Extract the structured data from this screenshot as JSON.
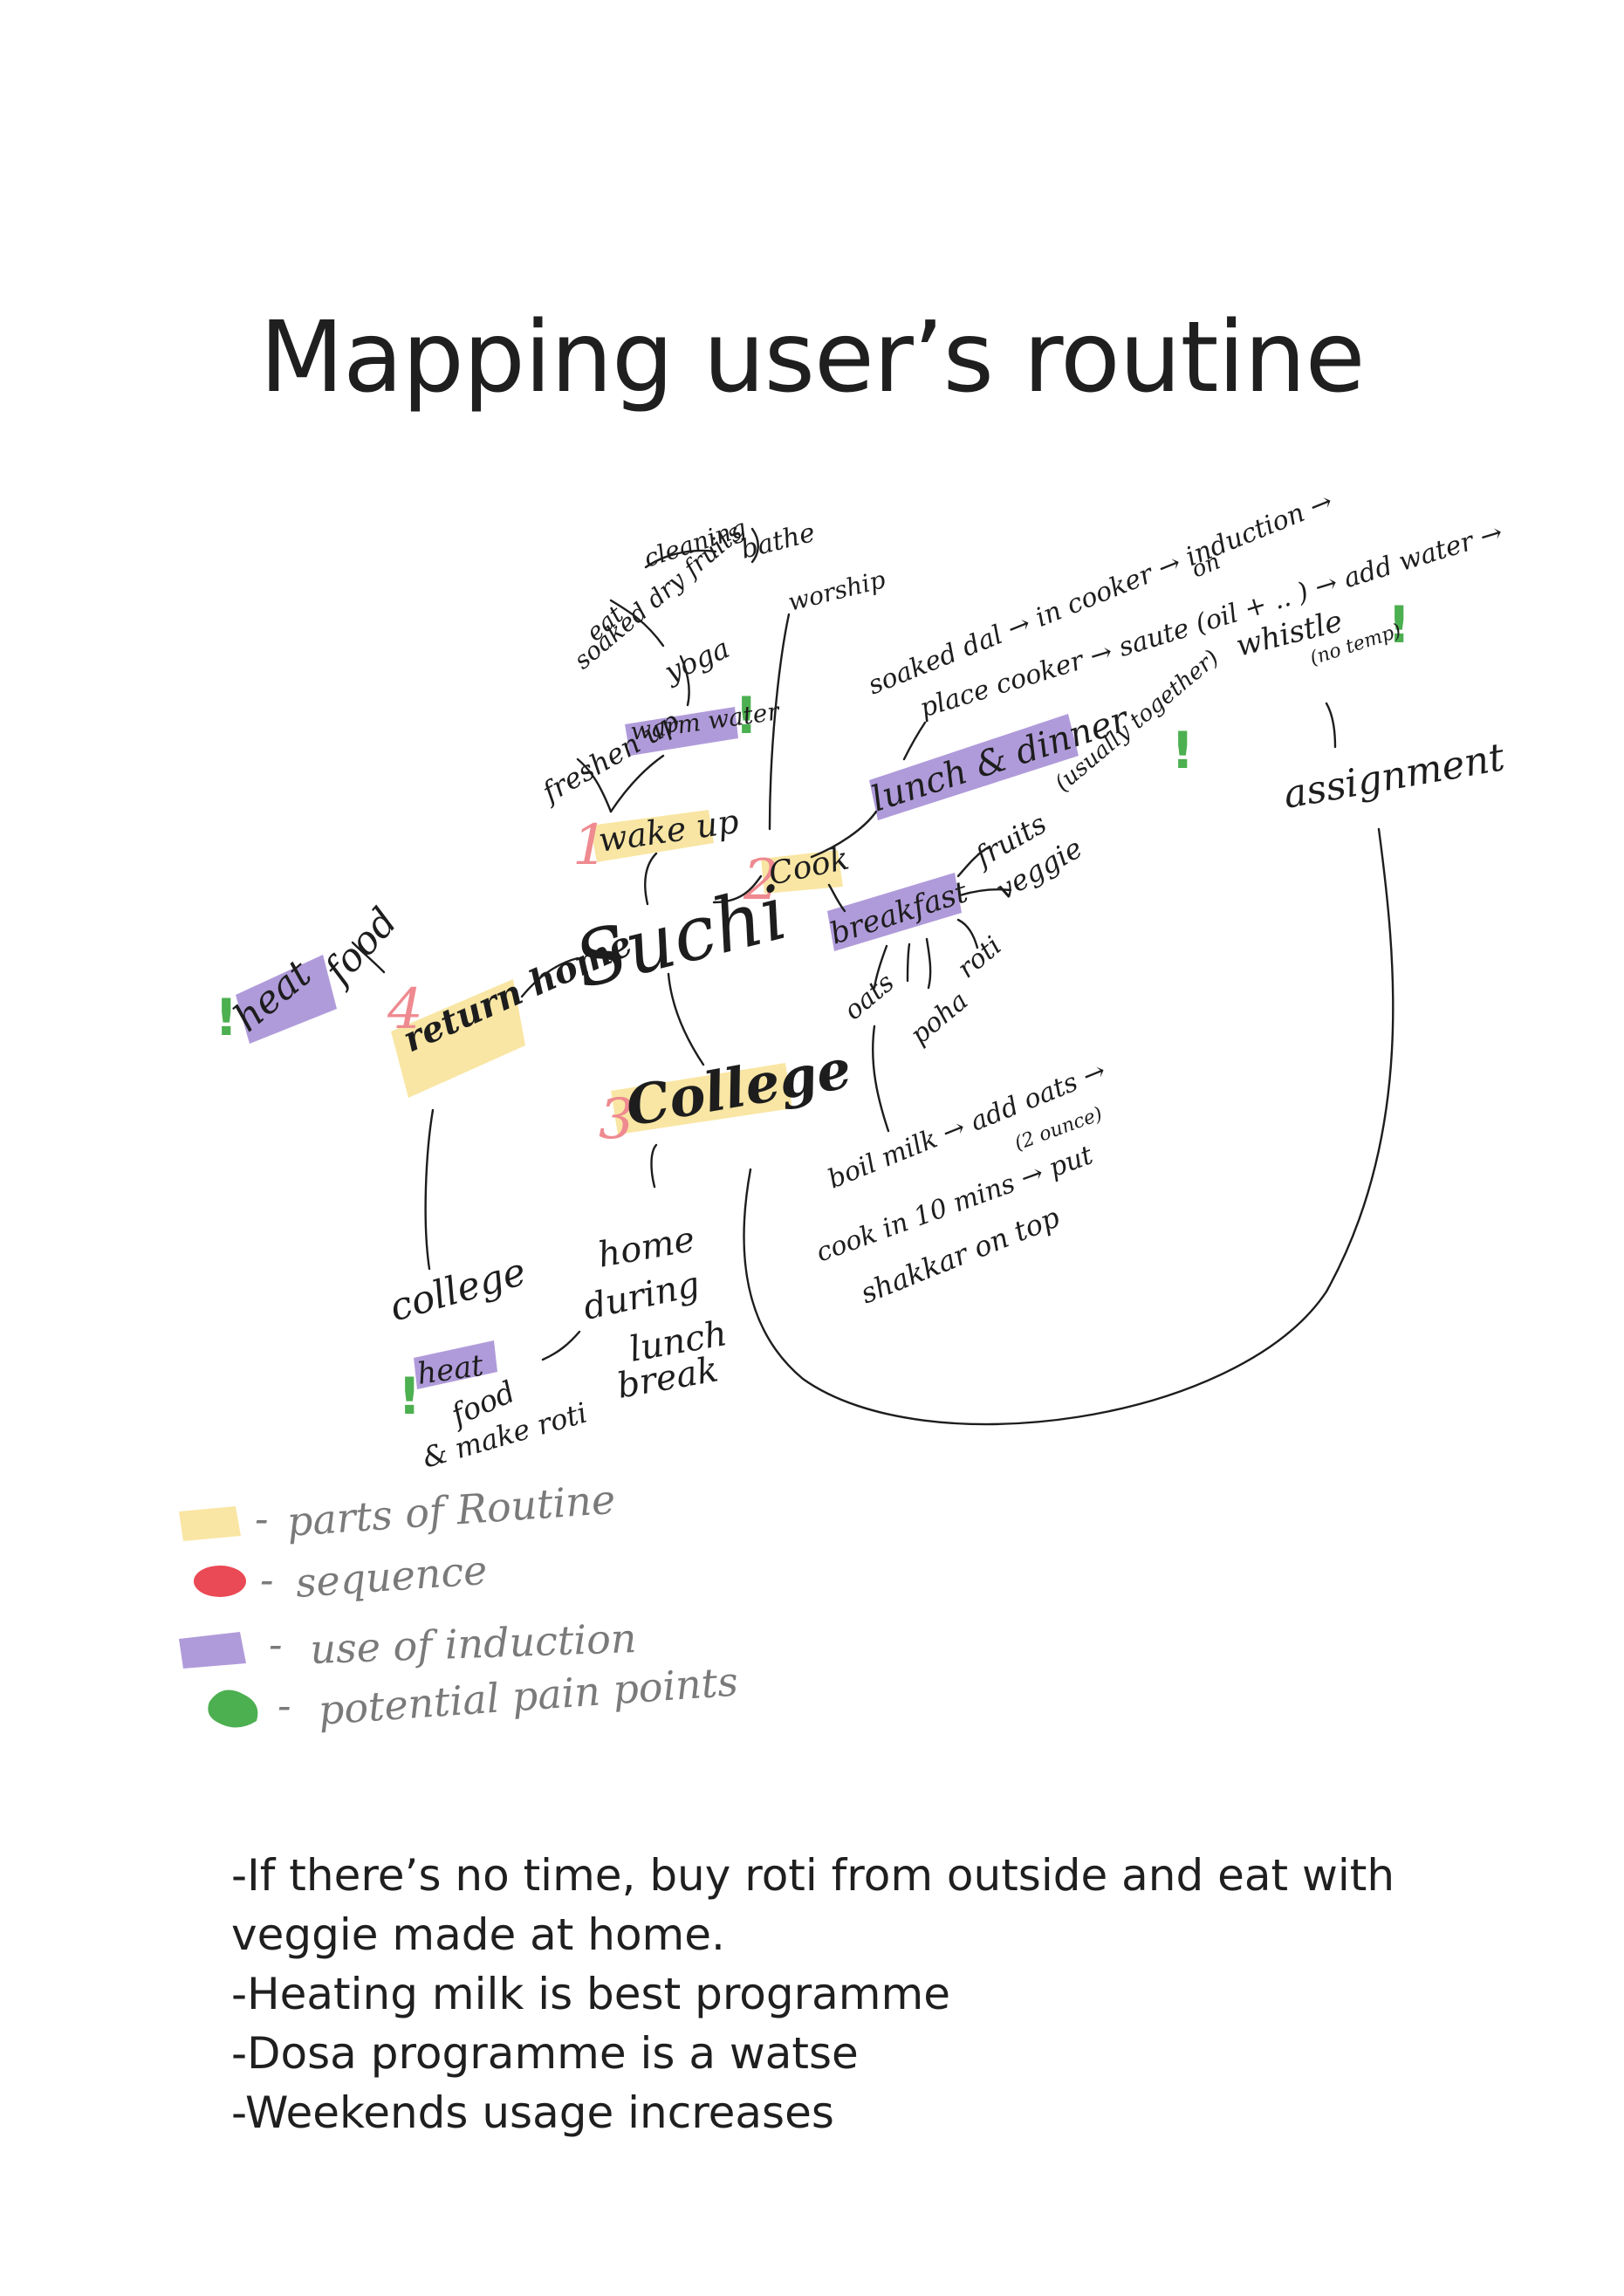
{
  "page": {
    "title": "Mapping user’s routine"
  },
  "diagram": {
    "center": "Suchi",
    "steps": {
      "wake_up": {
        "number": "1",
        "label": "wake up"
      },
      "cook": {
        "number": "2",
        "label": "Cook"
      },
      "college": {
        "number": "3",
        "label": "College"
      },
      "return_home": {
        "number": "4",
        "label": "return home"
      }
    },
    "wake_up_branch": {
      "freshen_up": "freshen up",
      "warm_water": "warm water",
      "yoga": "yoga",
      "eat": "eat",
      "soaked_dry_fruits": "soaked dry fruits",
      "cleaning": "cleaning",
      "bathe": "bathe",
      "worship": "worship"
    },
    "cook_branch": {
      "lunch_dinner": "lunch & dinner",
      "usually_together": "(usually together)",
      "dal_line1": "soaked dal → in cooker → induction →",
      "dal_on": "on",
      "dal_line2": "place cooker → saute (oil + .. ) → add water →",
      "whistle": "whistle",
      "no_temp": "(no temp)",
      "assignment": "assignment",
      "breakfast": "breakfast",
      "fruits": "fruits",
      "veggie": "veggie",
      "roti": "roti",
      "poha": "poha",
      "oats": "oats",
      "oats_line1": "boil milk → add oats →",
      "oats_ounce": "(2 ounce)",
      "oats_line2": "cook in 10 mins → put",
      "oats_line3": "shakkar on top"
    },
    "return_home_branch": {
      "heat": "heat",
      "food": "food"
    },
    "college_branch": {
      "college": "college",
      "heat": "heat",
      "food": "food",
      "make_roti": "& make roti",
      "home": "home",
      "during": "during",
      "lunch": "lunch",
      "break": "break"
    },
    "pain_mark": "!"
  },
  "legend": [
    {
      "label": "parts of Routine",
      "color": "#f8e39a"
    },
    {
      "label": "sequence",
      "color": "#ea4a55"
    },
    {
      "label": "use of induction",
      "color": "#a790d6"
    },
    {
      "label": "potential pain points",
      "color": "#4caf50"
    }
  ],
  "legend_dash": "-",
  "notes": [
    "-If there’s no time, buy roti from outside and eat with",
    "veggie made at home.",
    "-Heating milk is best programme",
    "-Dosa programme is a watse",
    "-Weekends usage increases"
  ],
  "colors": {
    "routine_highlight": "#f8e39a",
    "sequence_number": "#ee8a90",
    "induction_highlight": "#a790d6",
    "pain_point": "#4caf50",
    "ink": "#1d1d1d"
  }
}
